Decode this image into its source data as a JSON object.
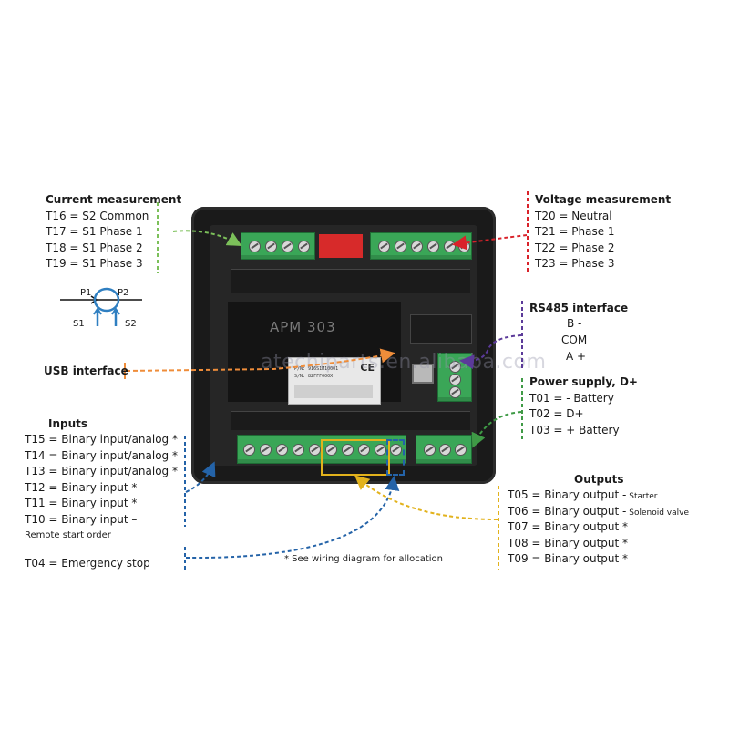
{
  "colors": {
    "current": "#7cc05a",
    "voltage": "#d9222a",
    "usb": "#ef8d3a",
    "rs485": "#5b3a99",
    "power": "#3f9a46",
    "inputs": "#2463a8",
    "outputs": "#e2b21c"
  },
  "current": {
    "title": "Current measurement",
    "lines": [
      "T16 = S2 Common",
      "T17 = S1 Phase 1",
      "T18 = S1 Phase 2",
      "T19 = S1 Phase 3"
    ]
  },
  "ct_symbol": {
    "p1": "P1",
    "p2": "P2",
    "s1": "S1",
    "s2": "S2"
  },
  "voltage": {
    "title": "Voltage measurement",
    "lines": [
      "T20 = Neutral",
      "T21 = Phase 1",
      "T22 = Phase 2",
      "T23 = Phase 3"
    ]
  },
  "usb": {
    "title": "USB interface"
  },
  "rs485": {
    "title": "RS485 interface",
    "lines": [
      "B -",
      "COM",
      "A +"
    ]
  },
  "power": {
    "title": "Power supply, D+",
    "lines": [
      "T01 = - Battery",
      "T02 = D+",
      "T03 = + Battery"
    ]
  },
  "inputs": {
    "title": "Inputs",
    "lines": [
      "T15 = Binary input/analog *",
      "T14 = Binary input/analog *",
      "T13 = Binary input/analog *",
      "T12 = Binary input *",
      "T11 = Binary input *",
      "T10 = Binary input –"
    ],
    "note": "Remote start order",
    "t04": "T04 = Emergency stop"
  },
  "outputs": {
    "title": "Outputs",
    "lines": [
      {
        "main": "T05 = Binary output -",
        "suffix": " Starter"
      },
      {
        "main": "T06 = Binary output -",
        "suffix": " Solenoid valve"
      },
      {
        "main": "T07 = Binary output *",
        "suffix": ""
      },
      {
        "main": "T08 = Binary output *",
        "suffix": ""
      },
      {
        "main": "T09 = Binary output *",
        "suffix": ""
      }
    ]
  },
  "footnote": "* See wiring diagram for allocation",
  "device": {
    "model": "APM 303",
    "sticker_lines": [
      "P/N: 916S1M10001",
      "S/N: 82FFF000X"
    ],
    "ce": "CE"
  },
  "watermark": "atechiparts.en.alibaba.com"
}
